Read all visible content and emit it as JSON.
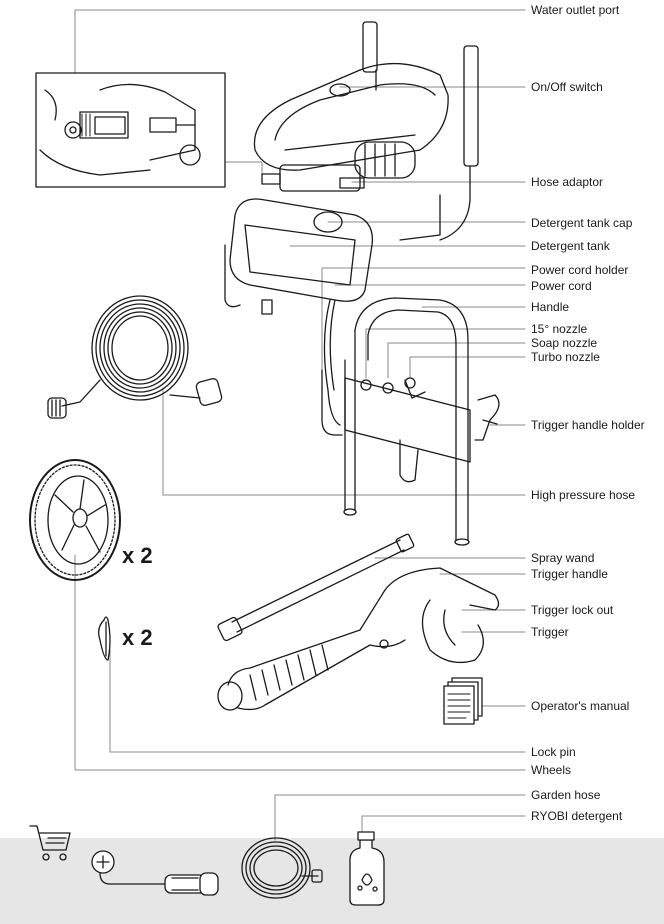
{
  "labels": {
    "water_outlet_port": "Water outlet port",
    "on_off_switch": "On/Off switch",
    "hose_adaptor": "Hose adaptor",
    "detergent_tank_cap": "Detergent tank cap",
    "detergent_tank": "Detergent tank",
    "power_cord_holder": "Power cord holder",
    "power_cord": "Power cord",
    "handle": "Handle",
    "nozzle_15": "15° nozzle",
    "soap_nozzle": "Soap nozzle",
    "turbo_nozzle": "Turbo nozzle",
    "trigger_handle_holder": "Trigger handle holder",
    "high_pressure_hose": "High pressure hose",
    "spray_wand": "Spray wand",
    "trigger_handle": "Trigger handle",
    "trigger_lock_out": "Trigger lock out",
    "trigger": "Trigger",
    "operators_manual": "Operator's manual",
    "lock_pin": "Lock pin",
    "wheels": "Wheels",
    "garden_hose": "Garden hose",
    "ryobi_detergent": "RYOBI detergent"
  },
  "quantities": {
    "wheels": "x 2",
    "lock_pin": "x 2"
  },
  "icons": [
    "shopping-cart-icon",
    "phillips-screwdriver-icon",
    "garden-hose-coil-icon",
    "detergent-bottle-icon"
  ]
}
